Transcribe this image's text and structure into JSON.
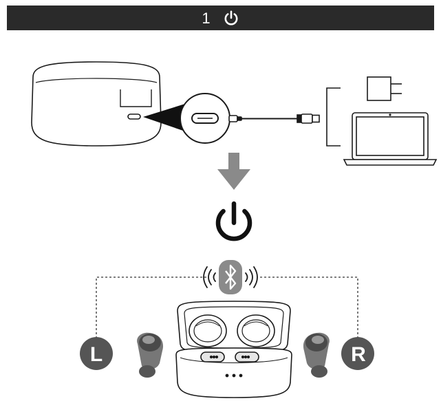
{
  "header": {
    "step_number": "1",
    "icon": "power-icon",
    "bg_color": "#2a2a2a"
  },
  "icons": {
    "power": "power-icon",
    "bluetooth": "bluetooth-icon",
    "arrow": "arrow-down-icon",
    "usb_port": "usb-c-port-icon",
    "wall_adapter": "wall-charger-icon",
    "laptop": "laptop-icon"
  },
  "earbuds": {
    "left_label": "L",
    "right_label": "R",
    "label_color": "#555555"
  },
  "colors": {
    "arrow": "#8a8a8a",
    "bluetooth_badge": "#8a8a8a",
    "line": "#1a1a1a"
  }
}
